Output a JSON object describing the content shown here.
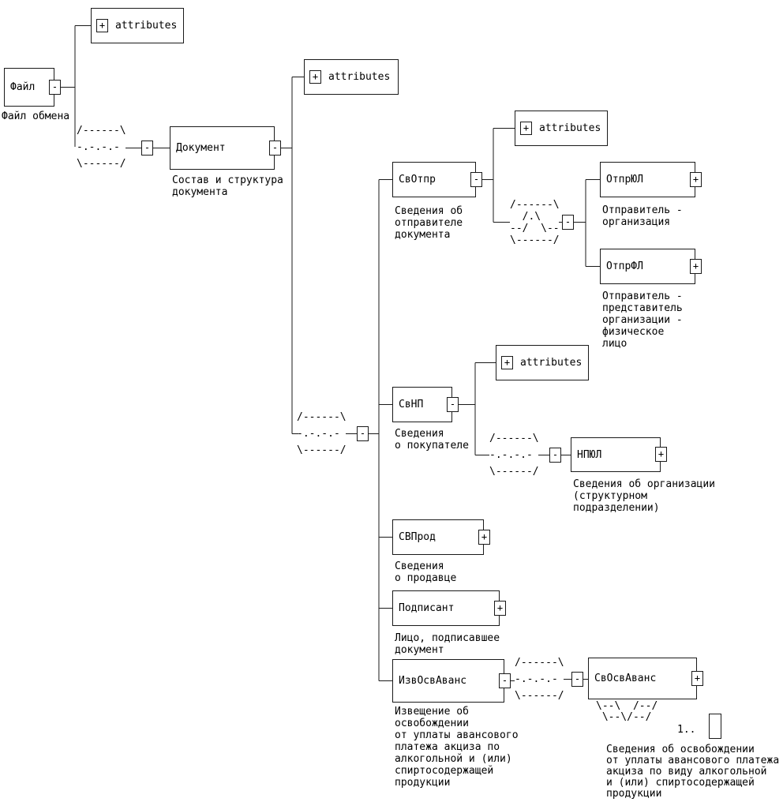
{
  "colors": {
    "line": "#1a1a1a",
    "background": "#ffffff"
  },
  "glyphs": {
    "sequence": "/------\\\n-.-.-.-\n\\------/",
    "choice": "/------\\\n  /.\\\n--/  \\--\n\\------/",
    "repeat": "\\--\\  /--/\n \\--\\/--/"
  },
  "nodes": {
    "fajl": {
      "label": "Файл",
      "toggle": "-",
      "caption": "Файл обмена"
    },
    "fajl_attributes": {
      "label": "attributes",
      "toggle": "+"
    },
    "fajl_seq": {
      "toggle": "-"
    },
    "dokument": {
      "label": "Документ",
      "toggle": "-",
      "caption": "Состав и структура\nдокумента"
    },
    "dokument_attributes": {
      "label": "attributes",
      "toggle": "+"
    },
    "dokument_seq": {
      "toggle": "-"
    },
    "svotpr": {
      "label": "СвОтпр",
      "toggle": "-",
      "caption": "Сведения об\nотправителе\nдокумента"
    },
    "svotpr_attributes": {
      "label": "attributes",
      "toggle": "+"
    },
    "svotpr_choice": {
      "toggle": "-"
    },
    "otpryul": {
      "label": "ОтпрЮЛ",
      "toggle": "+",
      "caption": "Отправитель -\nорганизация"
    },
    "otprfl": {
      "label": "ОтпрФЛ",
      "toggle": "+",
      "caption": "Отправитель -\nпредставитель\nорганизации -\nфизическое\nлицо"
    },
    "svnp": {
      "label": "СвНП",
      "toggle": "-",
      "caption": "Сведения\nо покупателе"
    },
    "svnp_attributes": {
      "label": "attributes",
      "toggle": "+"
    },
    "svnp_seq": {
      "toggle": "-"
    },
    "npyul": {
      "label": "НПЮЛ",
      "toggle": "+",
      "caption": "Сведения об организации\n(структурном\nподразделении)"
    },
    "svprod": {
      "label": "СВПрод",
      "toggle": "+",
      "caption": "Сведения\nо продавце"
    },
    "podpisant": {
      "label": "Подписант",
      "toggle": "+",
      "caption": "Лицо, подписавшее\nдокумент"
    },
    "izvosvavans": {
      "label": "ИзвОсвАванс",
      "toggle": "-",
      "caption": "Извещение об\nосвобождении\nот уплаты авансового\nплатежа акциза по\nалкогольной и (или)\nспиртосодержащей\nпродукции"
    },
    "izvosvavans_seq": {
      "toggle": "-"
    },
    "svosvavans": {
      "label": "СвОсвАванс",
      "toggle": "+",
      "occurs": "1..",
      "caption": "Сведения об освобождении\nот уплаты авансового платежа\nакциза по виду алкогольной\nи (или) спиртосодержащей\nпродукции"
    }
  }
}
